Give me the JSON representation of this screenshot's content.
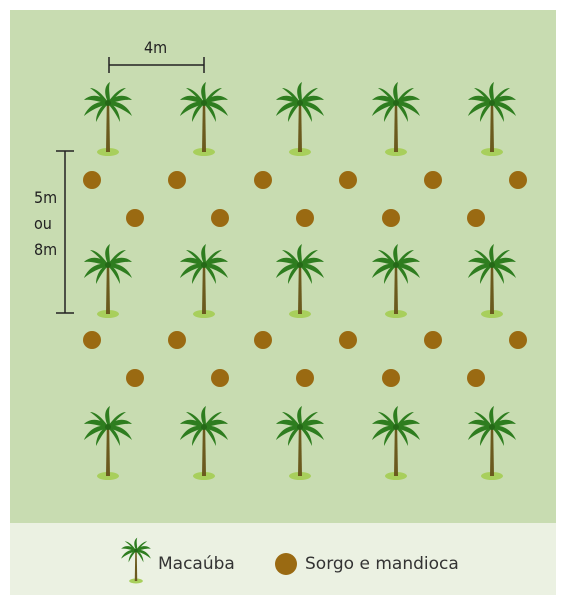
{
  "diagram": {
    "spacing_horizontal_label": "4m",
    "spacing_vertical_label_lines": [
      "5m",
      "ou",
      "8m"
    ],
    "palm_rows": 3,
    "palms_per_row": 5,
    "crop_rows": 4,
    "colors": {
      "field_background": "#c8dcb1",
      "legend_background": "#ebf1e2",
      "palm_leaf": "#2e7d1f",
      "palm_trunk": "#6b5a1e",
      "palm_base": "#a8cf5c",
      "crop_dot": "#9a6a12"
    }
  },
  "legend": {
    "palm_label": "Macaúba",
    "palm_icon": "palm-tree-icon",
    "crop_label": "Sorgo e mandioca",
    "crop_icon": "brown-circle-icon"
  }
}
